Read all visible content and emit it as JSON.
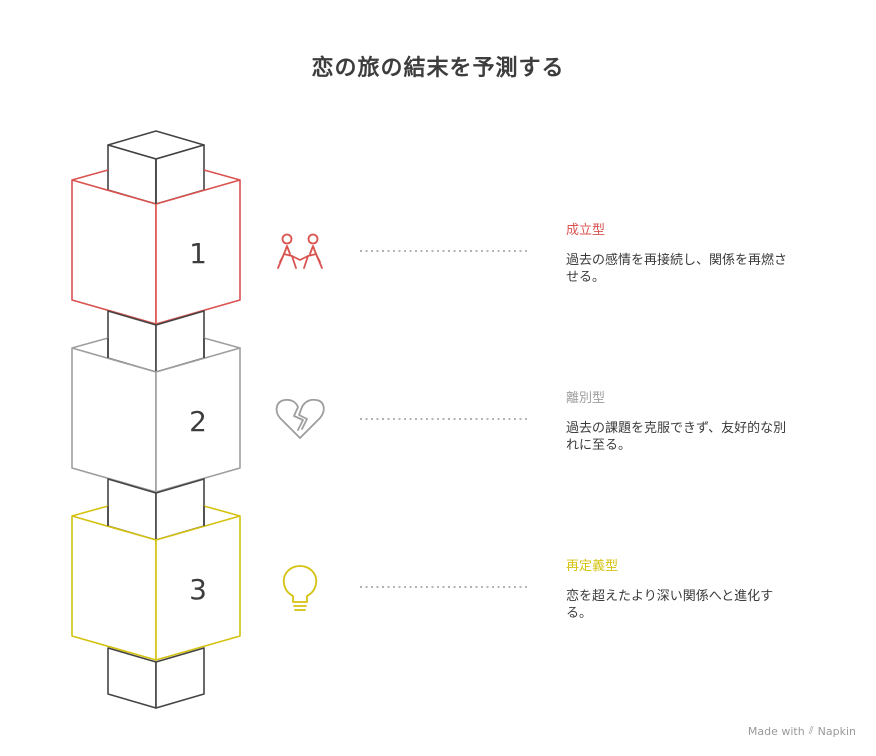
{
  "title": "恋の旅の結末を予測する",
  "colors": {
    "stage1": "#d9534f",
    "stage2": "#9e9e9e",
    "stage3": "#d4c20f",
    "column": "#444444",
    "connector": "#9a9a9a"
  },
  "stages": [
    {
      "number": "1",
      "title": "成立型",
      "description": "過去の感情を再接続し、関係を再燃させる。",
      "icon": "holding-hands-icon"
    },
    {
      "number": "2",
      "title": "離別型",
      "description": "過去の課題を克服できず、友好的な別れに至る。",
      "icon": "broken-heart-icon"
    },
    {
      "number": "3",
      "title": "再定義型",
      "description": "恋を超えたより深い関係へと進化する。",
      "icon": "lightbulb-icon"
    }
  ],
  "watermark": {
    "text": "Made with",
    "brand": "Napkin"
  }
}
